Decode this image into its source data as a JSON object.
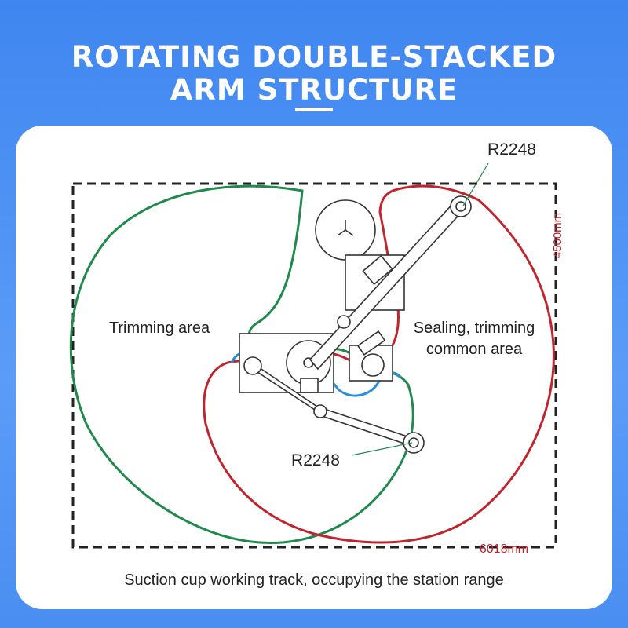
{
  "header": {
    "title_line1": "ROTATING DOUBLE-STACKED",
    "title_line2": "ARM STRUCTURE"
  },
  "diagram": {
    "labels": {
      "trimming_area": "Trimming area",
      "sealing_line1": "Sealing, trimming",
      "sealing_line2": "common area",
      "radius_top": "R2248",
      "radius_bottom": "R2248",
      "height_dimension": "4500mm",
      "width_dimension": "6018mm"
    },
    "caption": "Suction cup working track, occupying the station range"
  },
  "colors": {
    "background": "#4a8ef2",
    "green_track": "#1f8a4c",
    "red_track": "#c0242d",
    "blue_track": "#2a8fd6",
    "dimension_text": "#c0242d"
  }
}
